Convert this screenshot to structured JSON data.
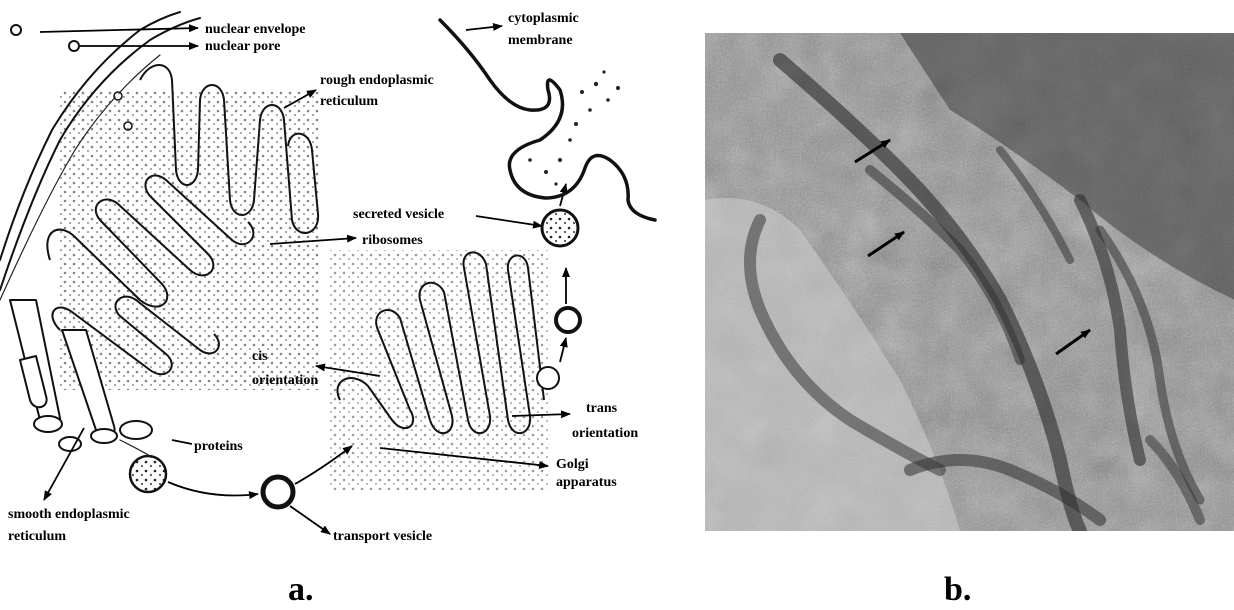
{
  "panel_a": {
    "letter": "a.",
    "labels": {
      "nuclear_envelope": "nuclear envelope",
      "nuclear_pore": "nuclear pore",
      "rough_er_1": "rough endoplasmic",
      "rough_er_2": "reticulum",
      "cytoplasmic_membrane_1": "cytoplasmic",
      "cytoplasmic_membrane_2": "membrane",
      "secreted_vesicle": "secreted vesicle",
      "ribosomes": "ribosomes",
      "cis_1": "cis",
      "cis_2": "orientation",
      "trans_1": "trans",
      "trans_2": "orientation",
      "proteins": "proteins",
      "golgi_1": "Golgi",
      "golgi_2": "apparatus",
      "smooth_er_1": "smooth endoplasmic",
      "smooth_er_2": "reticulum",
      "transport_vesicle": "transport vesicle"
    }
  },
  "panel_b": {
    "letter": "b."
  }
}
